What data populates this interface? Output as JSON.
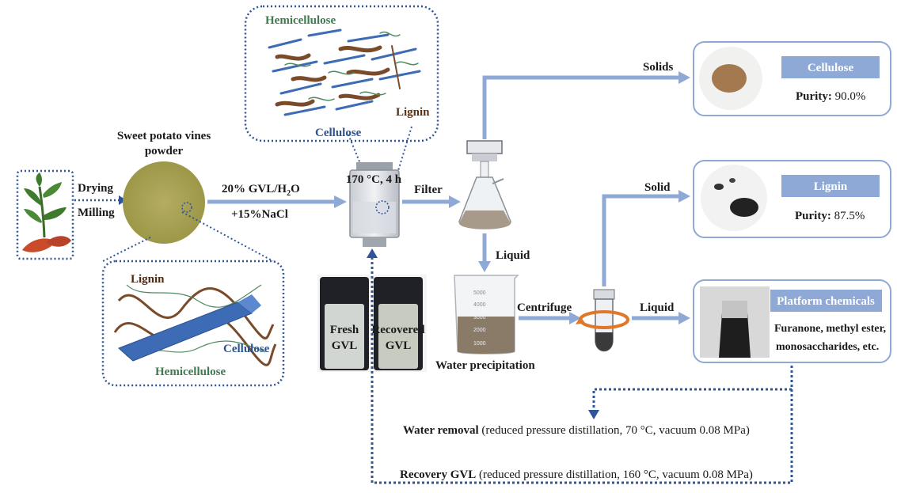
{
  "colors": {
    "arrow": "#8fa9d6",
    "dotted": "#2f5597",
    "panel_border": "#8fa9d6",
    "label_box": "#8fa9d6",
    "lignin": "#7a4b2a",
    "cellulose": "#3d6bb5",
    "hemicellulose": "#4e8a5f",
    "powder": "#a8a154"
  },
  "plant": {
    "step1": "Drying",
    "step2": "Milling"
  },
  "powder": {
    "label_line1": "Sweet potato vines",
    "label_line2": "powder"
  },
  "structure_bottom": {
    "lignin": "Lignin",
    "cellulose": "Cellulose",
    "hemicellulose": "Hemicellulose"
  },
  "structure_top": {
    "hemicellulose": "Hemicellulose",
    "lignin": "Lignin",
    "cellulose": "Cellulose"
  },
  "solvent": {
    "line1_prefix": "20% GVL/H",
    "line1_sub": "2",
    "line1_suffix": "O",
    "line2": "+15%NaCl"
  },
  "reactor": {
    "condition": "170 °C, 4 h"
  },
  "filter": {
    "label": "Filter"
  },
  "flows": {
    "solids": "Solids",
    "solid": "Solid",
    "liquid_down": "Liquid",
    "liquid_right": "Liquid",
    "centrifuge": "Centrifuge"
  },
  "beaker": {
    "label": "Water precipitation",
    "ticks": [
      "5000",
      "4000",
      "3000",
      "2000",
      "1000"
    ]
  },
  "vials": {
    "fresh_line1": "Fresh",
    "fresh_line2": "GVL",
    "recovered_line1": "Recovered",
    "recovered_line2": "GVL"
  },
  "products": {
    "cellulose": {
      "title": "Cellulose",
      "purity_label": "Purity:",
      "purity_value": " 90.0%"
    },
    "lignin": {
      "title": "Lignin",
      "purity_label": "Purity:",
      "purity_value": " 87.5%"
    },
    "platform": {
      "title": "Platform chemicals",
      "desc_line1": "Furanone, methyl ester,",
      "desc_line2": "monosaccharides, etc."
    }
  },
  "recovery": {
    "water_removal_bold": "Water removal",
    "water_removal_rest": " (reduced pressure distillation, 70 °C, vacuum 0.08 MPa)",
    "gvl_bold": "Recovery GVL",
    "gvl_rest": " (reduced pressure distillation, 160 °C, vacuum 0.08 MPa)"
  }
}
